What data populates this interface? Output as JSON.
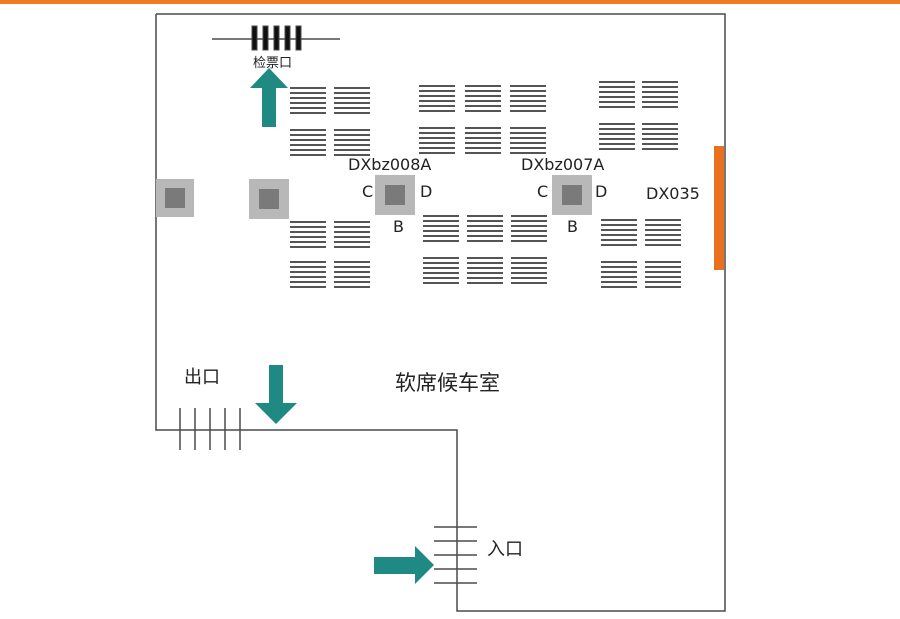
{
  "colors": {
    "top_bar": "#ee7d22",
    "wall": "#4a4a4a",
    "bench_lines": "#555555",
    "arrow": "#1f8a83",
    "pillar_outer": "#b8b8b8",
    "pillar_inner": "#7a7a7a",
    "door": "#e8701e"
  },
  "labels": {
    "ticket_gate": "检票口",
    "exit": "出口",
    "entrance": "入口",
    "room": "软席候车室",
    "pillar_1": "DXbz008A",
    "pillar_2": "DXbz007A",
    "door": "DX035",
    "c": "C",
    "d": "D",
    "b": "B"
  },
  "icons": {
    "up_arrow": "arrow-up-icon",
    "down_arrow": "arrow-down-icon",
    "right_arrow": "arrow-right-icon"
  }
}
